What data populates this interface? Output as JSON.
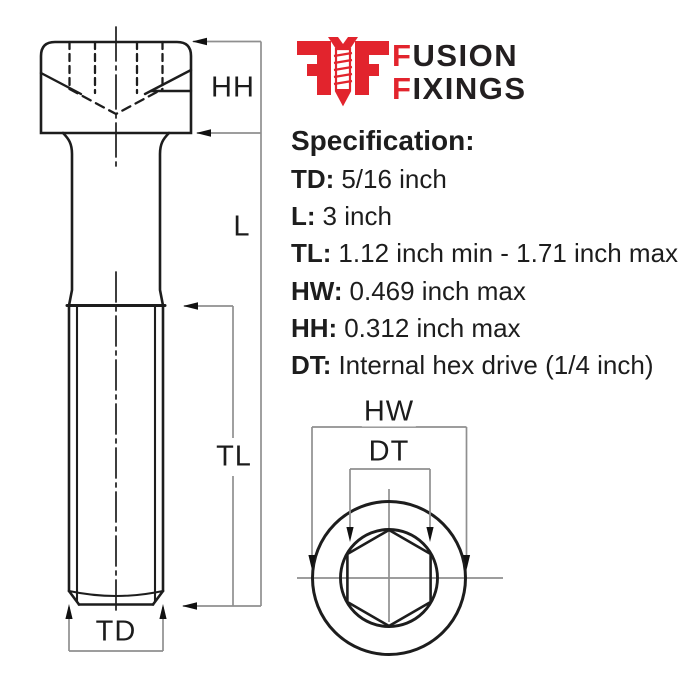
{
  "colors": {
    "brand_red": "#e2242d",
    "drawing_black": "#1d1d1d",
    "dimension_gray": "#8f8f8f"
  },
  "logo": {
    "icon": "fusion-fixings-double-f-screw-emblem",
    "word1_initial": "F",
    "word1_rest": "USION",
    "word2_initial": "F",
    "word2_rest": "IXINGS"
  },
  "diagram": {
    "labels": {
      "head_height": "HH",
      "length": "L",
      "thread_length": "TL",
      "thread_diameter": "TD",
      "head_width": "HW",
      "drive_type": "DT"
    }
  },
  "specification": {
    "title": "Specification:",
    "items": [
      {
        "key": "TD:",
        "value": "5/16 inch"
      },
      {
        "key": "L:",
        "value": "3 inch"
      },
      {
        "key": "TL:",
        "value": "1.12 inch min - 1.71 inch max"
      },
      {
        "key": "HW:",
        "value": "0.469 inch max"
      },
      {
        "key": "HH:",
        "value": "0.312 inch max"
      },
      {
        "key": "DT:",
        "value": "Internal hex drive (1/4 inch)"
      }
    ]
  }
}
